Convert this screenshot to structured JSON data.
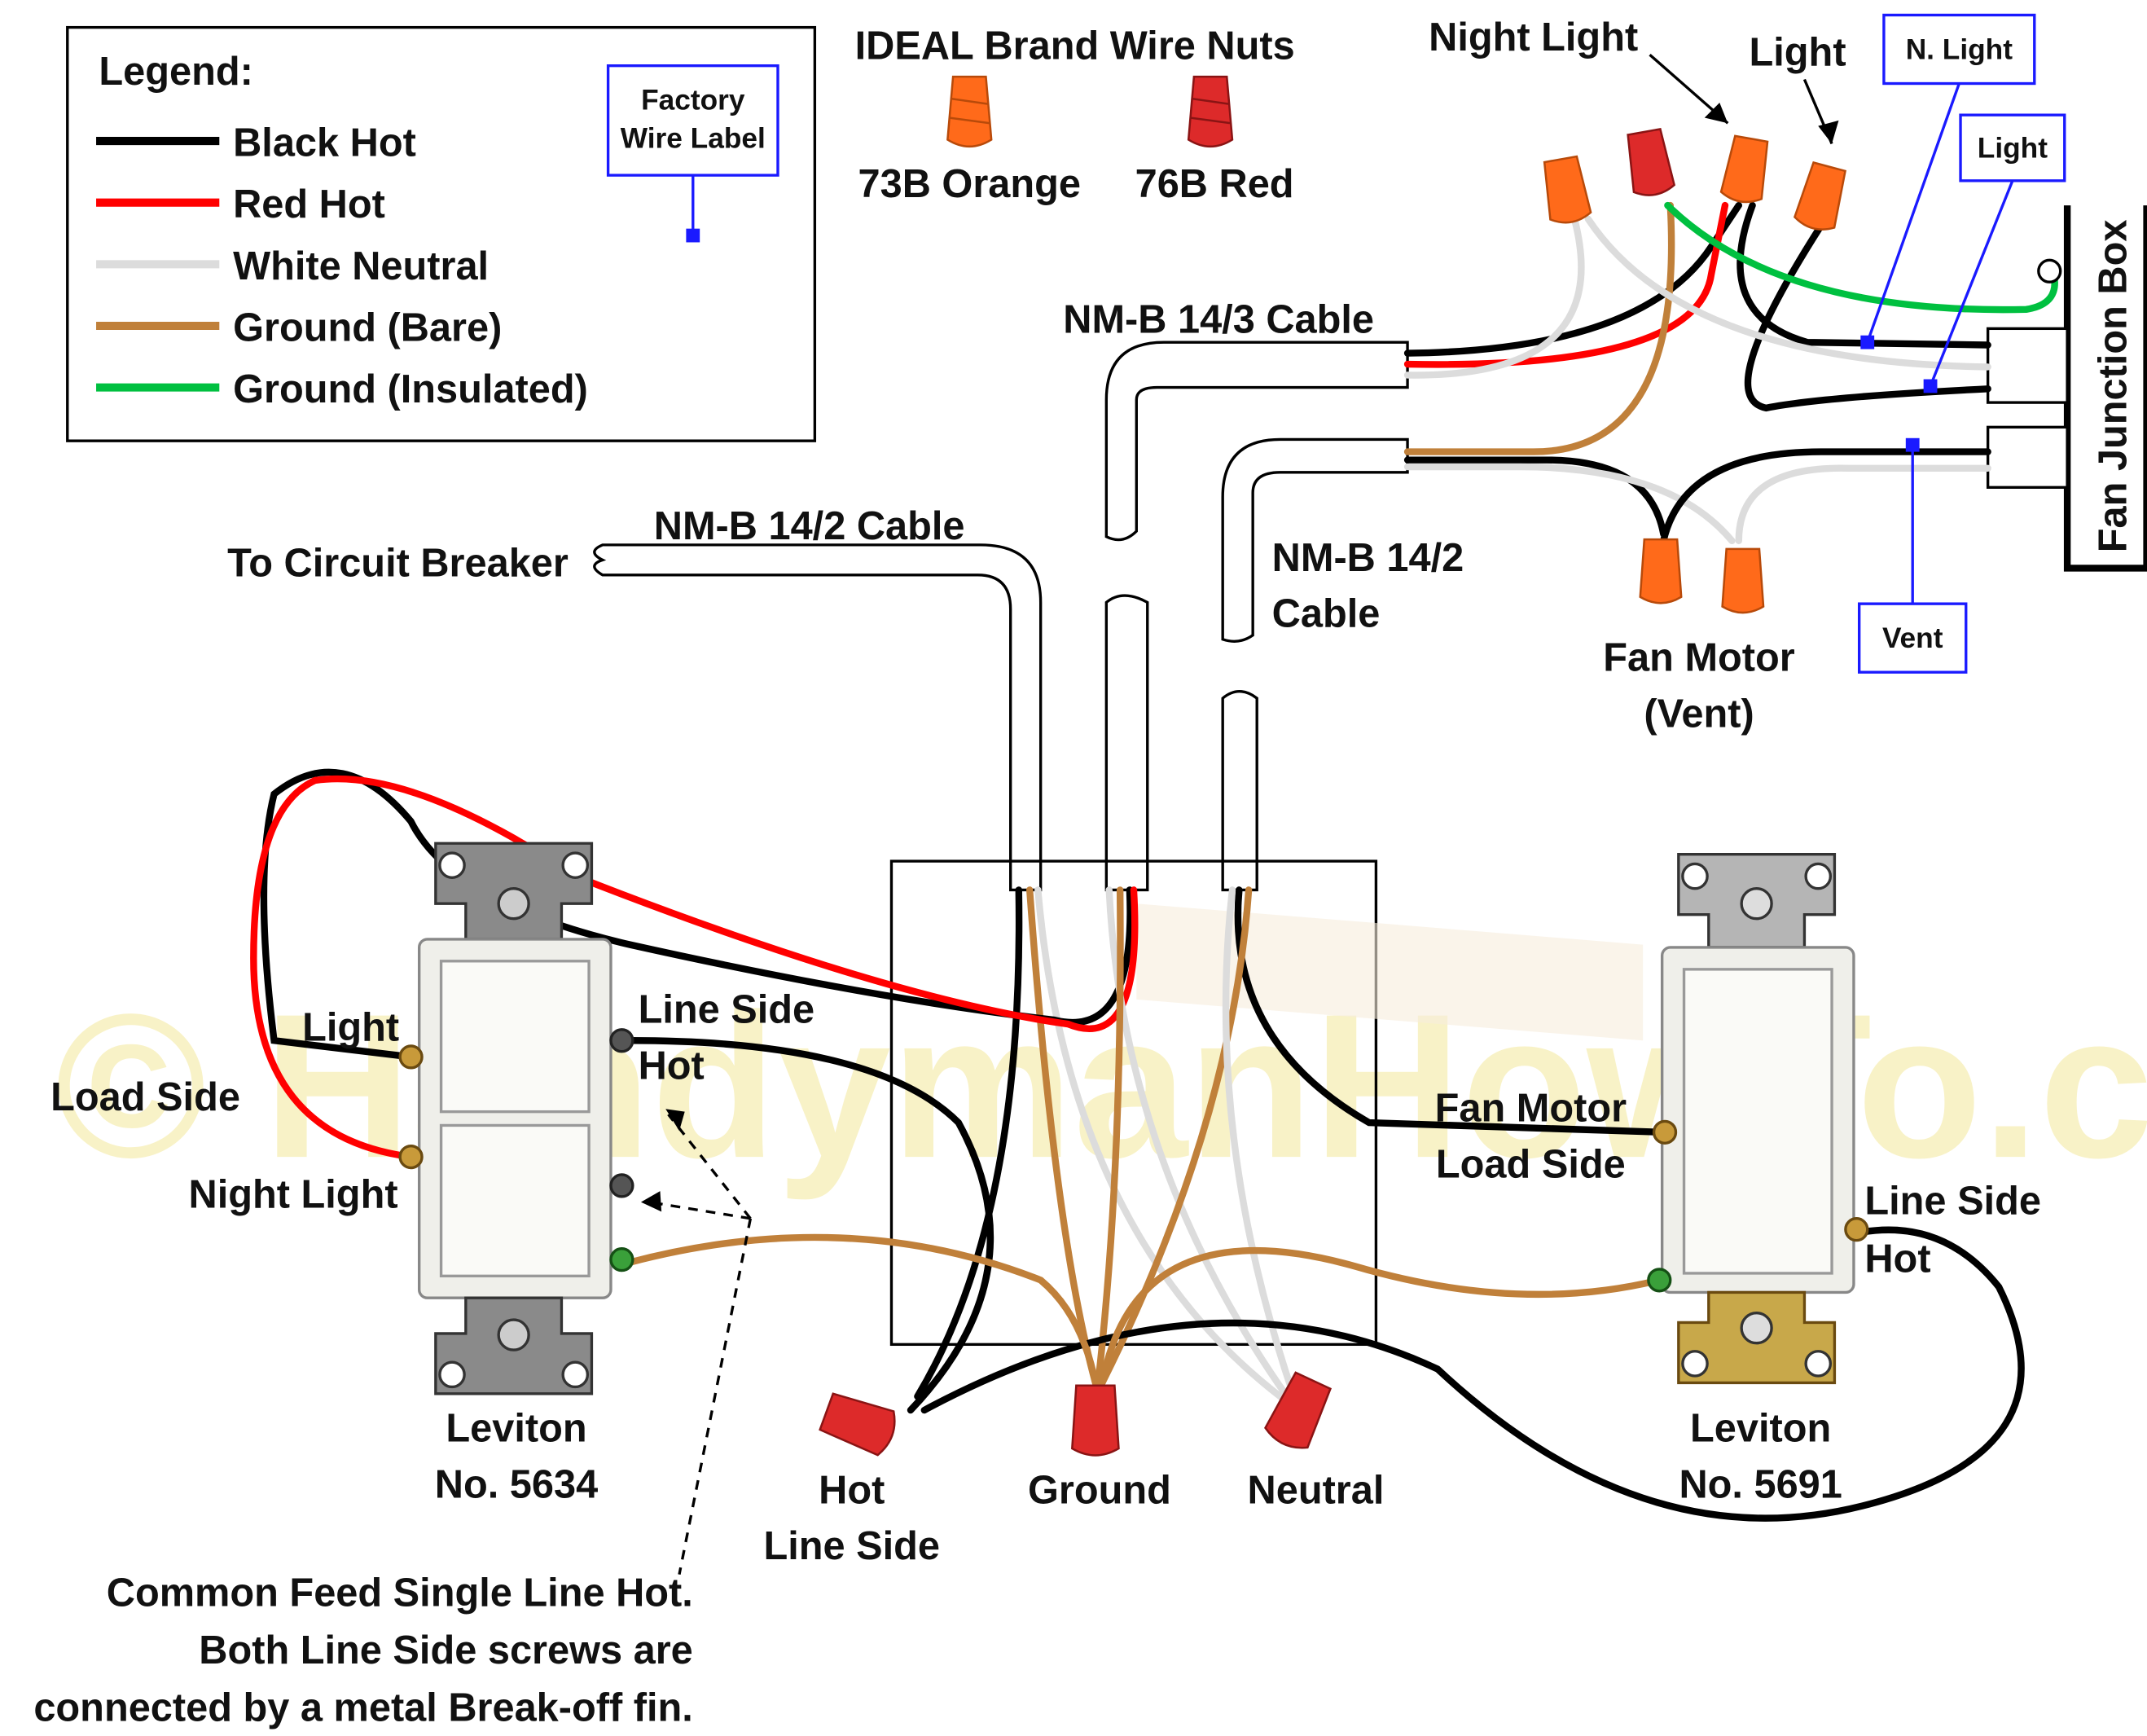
{
  "legend": {
    "title": "Legend:",
    "items": [
      {
        "label": "Black Hot",
        "color": "#000000"
      },
      {
        "label": "Red Hot",
        "color": "#ff0000"
      },
      {
        "label": "White Neutral",
        "color": "#dcdcdc"
      },
      {
        "label": "Ground (Bare)",
        "color": "#c0803a"
      },
      {
        "label": "Ground (Insulated)",
        "color": "#00c040"
      }
    ],
    "factory_label_line1": "Factory",
    "factory_label_line2": "Wire Label"
  },
  "wire_nuts": {
    "title": "IDEAL Brand Wire Nuts",
    "orange": "73B Orange",
    "red": "76B Red",
    "orange_color": "#ff6a1a",
    "red_color": "#dd2a2a"
  },
  "cables": {
    "breaker_feed": "NM-B 14/2 Cable",
    "to_breaker": "To Circuit Breaker",
    "light_cable": "NM-B 14/3 Cable",
    "fan_cable_line1": "NM-B 14/2",
    "fan_cable_line2": "Cable"
  },
  "junction_box": {
    "title": "Fan Junction Box",
    "night_light": "Night Light",
    "light": "Light",
    "n_light_tag": "N. Light",
    "light_tag": "Light",
    "vent_tag": "Vent",
    "fan_motor_line1": "Fan Motor",
    "fan_motor_line2": "(Vent)"
  },
  "left_switch": {
    "light": "Light",
    "load_side": "Load Side",
    "night_light": "Night Light",
    "line_side_line1": "Line Side",
    "line_side_line2": "Hot",
    "model_line1": "Leviton",
    "model_line2": "No. 5634"
  },
  "right_switch": {
    "fan_load_line1": "Fan Motor",
    "fan_load_line2": "Load Side",
    "line_side_line1": "Line Side",
    "line_side_line2": "Hot",
    "model_line1": "Leviton",
    "model_line2": "No. 5691"
  },
  "switch_box": {
    "hot_line1": "Hot",
    "hot_line2": "Line Side",
    "ground": "Ground",
    "neutral": "Neutral"
  },
  "note": {
    "line1": "Common Feed Single Line Hot.",
    "line2": "Both Line Side screws are",
    "line3": "connected by a metal Break-off fin."
  },
  "watermark": "© HandymanHowTo.com"
}
